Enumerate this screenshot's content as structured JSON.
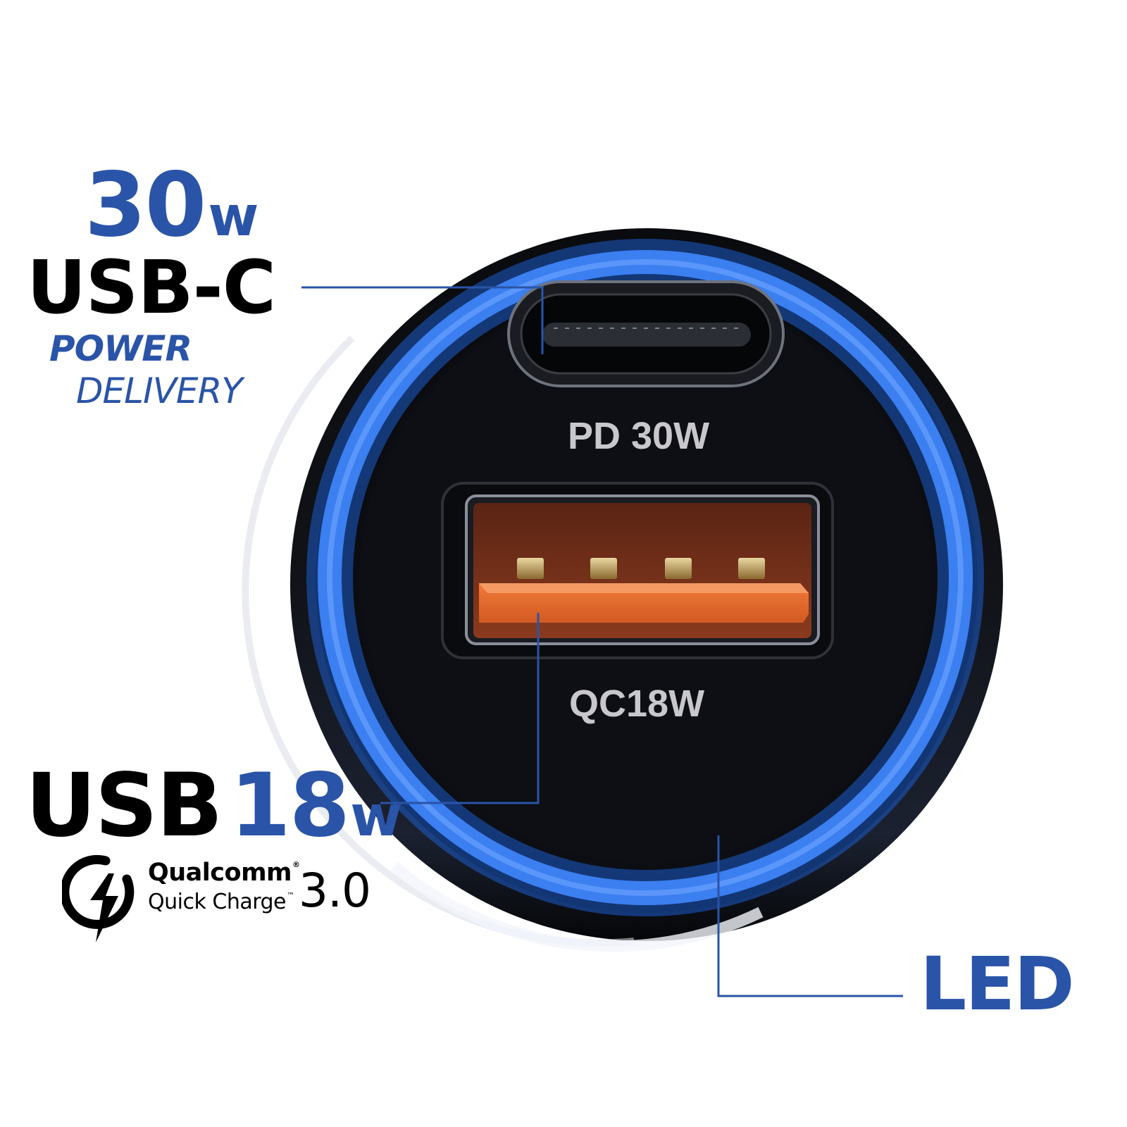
{
  "labels": {
    "usbc_power": "30",
    "usbc_power_unit": "w",
    "usbc_title": "USB-C",
    "power": "POWER",
    "delivery": "DELIVERY",
    "usba_title": "USB",
    "usba_power": "18",
    "usba_power_unit": "w",
    "qualcomm": "Qualcomm",
    "quick_charge": "Quick Charge",
    "qc_version": "3.0",
    "led": "LED",
    "registered_mark": "®",
    "trademark_mark": "™"
  },
  "ports": {
    "usbc_label": "PD 30W",
    "usba_label": "QC18W"
  },
  "colors": {
    "accent_blue": "#2a54a8",
    "ring_glow": "#1f5fd0",
    "body_dark": "#0d0f14",
    "usba_insert": "#e8672a",
    "port_text": "#c8c8cc"
  },
  "icons": {
    "qc_logo": "lightning-bolt-in-circle-icon"
  }
}
